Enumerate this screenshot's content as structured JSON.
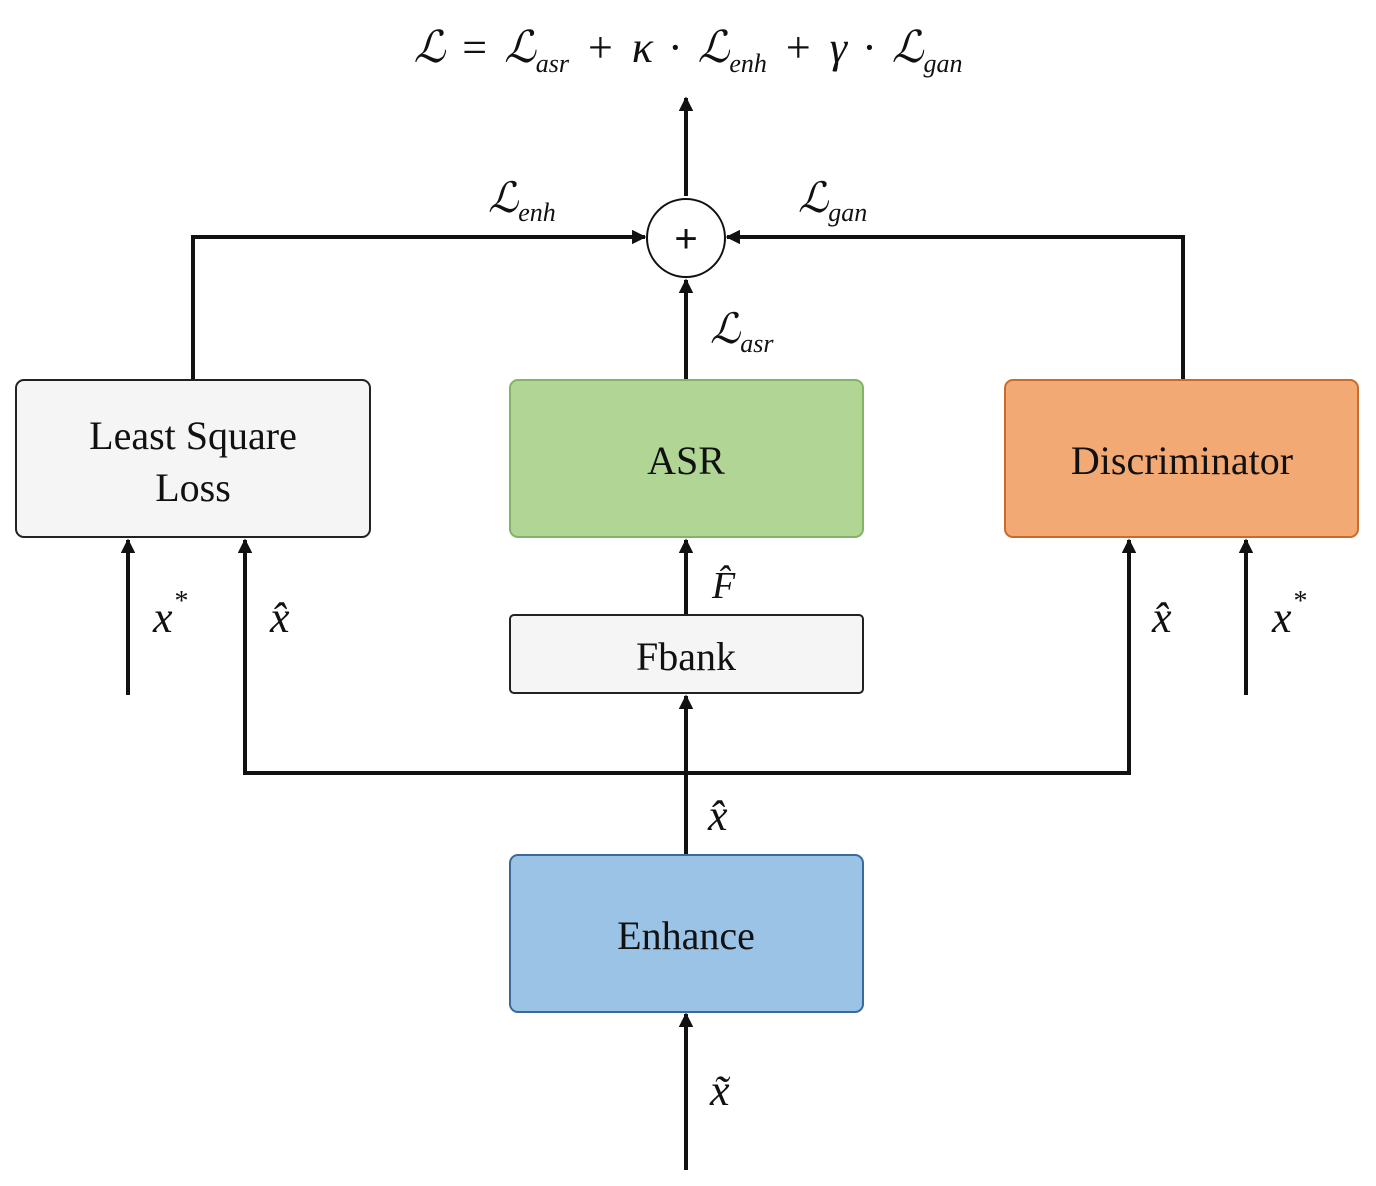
{
  "formula": {
    "lhs": "ℒ",
    "eq": "=",
    "t1": "ℒ",
    "t1_sub": "asr",
    "plus1": "+",
    "kappa": "κ",
    "dot1": "·",
    "t2": "ℒ",
    "t2_sub": "enh",
    "plus2": "+",
    "gamma": "γ",
    "dot2": "·",
    "t3": "ℒ",
    "t3_sub": "gan"
  },
  "sum_node": {
    "symbol": "+"
  },
  "boxes": {
    "least_square_loss": {
      "line1": "Least Square",
      "line2": "Loss"
    },
    "asr": {
      "label": "ASR"
    },
    "discriminator": {
      "label": "Discriminator"
    },
    "fbank": {
      "label": "Fbank"
    },
    "enhance": {
      "label": "Enhance"
    }
  },
  "edge_labels": {
    "l_enh": {
      "main": "ℒ",
      "sub": "enh"
    },
    "l_gan": {
      "main": "ℒ",
      "sub": "gan"
    },
    "l_asr": {
      "main": "ℒ",
      "sub": "asr"
    },
    "f_hat": "F̂",
    "x_hat": "x̂",
    "x_star": "x",
    "star": "*",
    "x_tilde": "x̃"
  },
  "colors": {
    "asr_fill": "#b0d595",
    "asr_stroke": "#82b366",
    "disc_fill": "#f2a974",
    "disc_stroke": "#c86c2c",
    "enh_fill": "#9bc3e6",
    "enh_stroke": "#3a6a9a",
    "neutral_fill": "#f5f5f5",
    "neutral_stroke": "#222222"
  }
}
